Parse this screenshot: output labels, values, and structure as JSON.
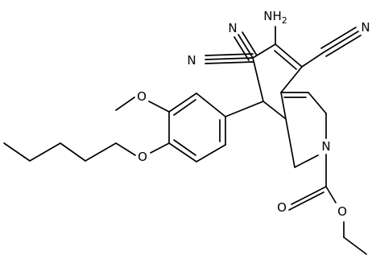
{
  "molecule": {
    "atom_labels": {
      "amino": "NH2",
      "nitrile_top": "N",
      "nitrile_left": "N",
      "nitrile_right": "N",
      "methoxy_o": "O",
      "pentyloxy_o": "O",
      "ring_n": "N",
      "carbonyl_o": "O",
      "ester_o": "O"
    },
    "colors": {
      "bond": "#000000",
      "text": "#000000",
      "background": "#ffffff"
    }
  }
}
